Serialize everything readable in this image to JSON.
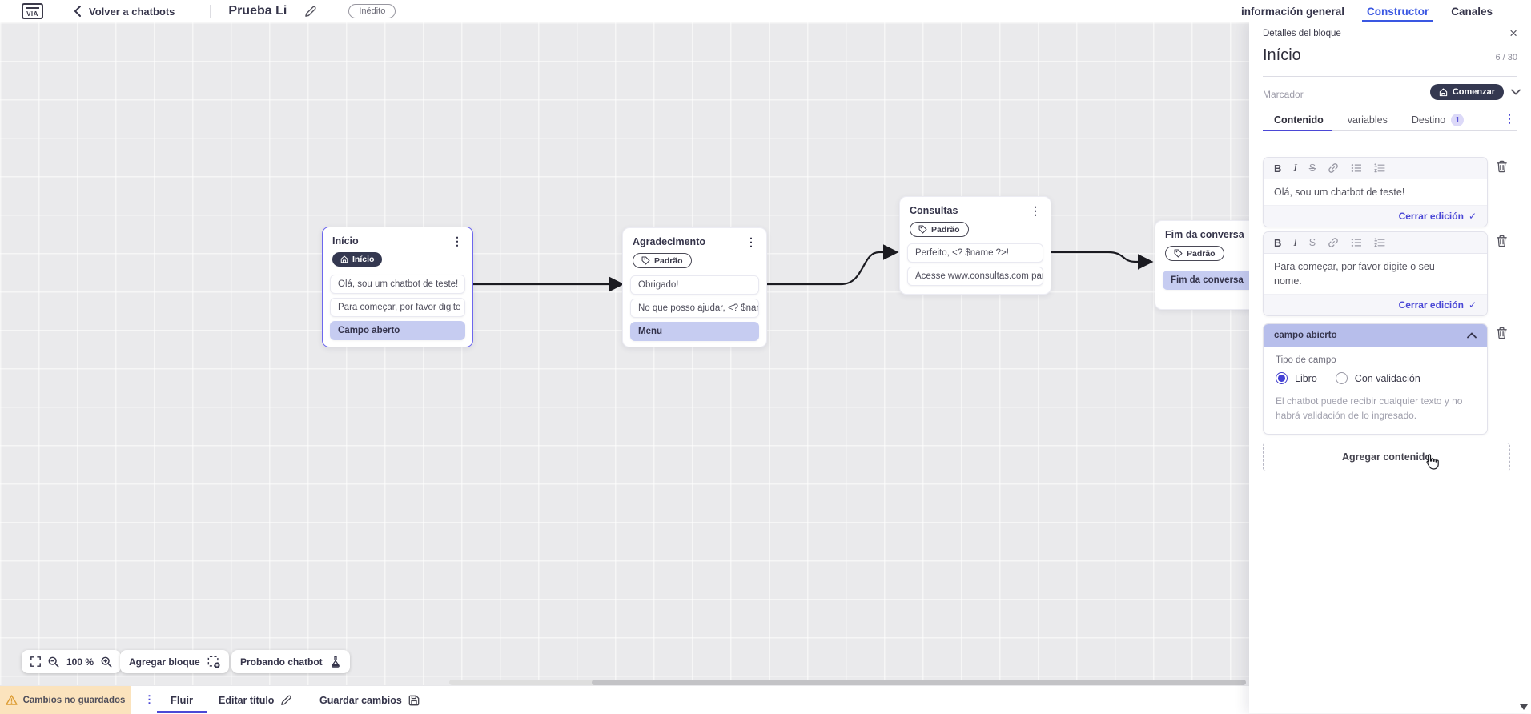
{
  "colors": {
    "accent_indigo": "#4b48d6",
    "tab_active_blue": "#3a57e2",
    "highlight_row": "#c6ccf1",
    "field_header": "#b7beeb",
    "dark_pill": "#343850",
    "warning_bg": "#fbe3bd",
    "canvas_bg": "#eaeaec"
  },
  "icons": {
    "bold": "B",
    "italic": "I",
    "strikethrough": "S",
    "check": "✓",
    "kebab": "⋮",
    "close": "×"
  },
  "header": {
    "logo_text": "VIA",
    "back_label": "Volver a chatbots",
    "bot_title": "Prueba Li",
    "status_badge": "Inédito",
    "tabs": [
      {
        "label": "información general",
        "active": false
      },
      {
        "label": "Constructor",
        "active": true
      },
      {
        "label": "Canales",
        "active": false
      }
    ]
  },
  "canvas": {
    "zoom_level": "100 %",
    "add_block_label": "Agregar bloque",
    "test_chatbot_label": "Probando chatbot",
    "blocks": [
      {
        "title": "Início",
        "tag": "Início",
        "tag_variant": "start",
        "selected": true,
        "rows": [
          {
            "text": "Olá, sou um chatbot de teste!",
            "highlighted": false
          },
          {
            "text": "Para começar, por favor digite o ...",
            "highlighted": false
          },
          {
            "text": "Campo aberto",
            "highlighted": true
          }
        ]
      },
      {
        "title": "Agradecimento",
        "tag": "Padrão",
        "tag_variant": "default",
        "selected": false,
        "rows": [
          {
            "text": "Obrigado!",
            "highlighted": false
          },
          {
            "text": "No que posso ajudar, <? $name ...",
            "highlighted": false
          },
          {
            "text": "Menu",
            "highlighted": true
          }
        ]
      },
      {
        "title": "Consultas",
        "tag": "Padrão",
        "tag_variant": "default",
        "selected": false,
        "rows": [
          {
            "text": "Perfeito, <? $name ?>!",
            "highlighted": false
          },
          {
            "text": "Acesse www.consultas.com par...",
            "highlighted": false
          }
        ]
      },
      {
        "title": "Fim da conversa",
        "tag": "Padrão",
        "tag_variant": "default",
        "selected": false,
        "rows": [
          {
            "text": "Fim da conversa",
            "highlighted": true
          }
        ]
      }
    ]
  },
  "panel": {
    "header_title": "Detalles del bloque",
    "block_name": "Início",
    "name_counter": "6 / 30",
    "marker_label": "Marcador",
    "marker_value": "Comenzar",
    "tabs": [
      {
        "label": "Contenido",
        "active": true
      },
      {
        "label": "variables",
        "active": false
      },
      {
        "label": "Destino",
        "badge": "1",
        "active": false
      }
    ],
    "editors": [
      {
        "text": "Olá, sou um chatbot de teste!",
        "close_label": "Cerrar edición"
      },
      {
        "text": "Para começar, por favor digite o seu nome.",
        "close_label": "Cerrar edición"
      }
    ],
    "open_field": {
      "title": "campo abierto",
      "type_label": "Tipo de campo",
      "options": [
        {
          "label": "Libro",
          "selected": true
        },
        {
          "label": "Con validación",
          "selected": false
        }
      ],
      "description": "El chatbot puede recibir cualquier texto y no habrá validación de lo ingresado."
    },
    "add_content_label": "Agregar contenido"
  },
  "bottom_bar": {
    "warning_label": "Cambios no guardados",
    "flow_tab_label": "Fluir",
    "edit_title_label": "Editar título",
    "save_label": "Guardar cambios"
  }
}
